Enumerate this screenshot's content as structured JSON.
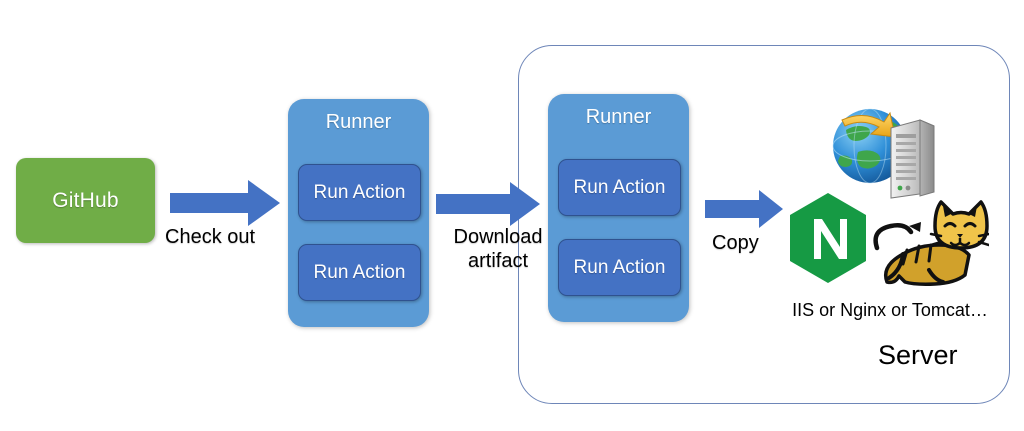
{
  "diagram": {
    "title": "GitHub Actions CI/CD deployment flow",
    "colors": {
      "github_green": "#70AD47",
      "runner_blue": "#5B9BD5",
      "action_blue": "#4472C4",
      "arrow_blue": "#4472C4",
      "server_border": "#6E86B8",
      "nginx_green": "#169A44",
      "tomcat_gold": "#D1A12B"
    },
    "source": {
      "name": "github-box",
      "label": "GitHub"
    },
    "runners": [
      {
        "name": "runner-build",
        "title": "Runner",
        "actions": [
          "Run Action",
          "Run Action"
        ]
      },
      {
        "name": "runner-deploy",
        "title": "Runner",
        "actions": [
          "Run Action",
          "Run Action"
        ]
      }
    ],
    "arrows": [
      {
        "name": "arrow-check-out",
        "label": "Check out"
      },
      {
        "name": "arrow-download-artifact",
        "label": "Download\nartifact",
        "label_line1": "Download",
        "label_line2": "artifact"
      },
      {
        "name": "arrow-copy",
        "label": "Copy"
      }
    ],
    "server": {
      "label": "Server",
      "stack_caption": "IIS or Nginx or Tomcat…",
      "icons": [
        {
          "name": "iis-server-globe-icon",
          "alt": "IIS"
        },
        {
          "name": "nginx-icon",
          "alt": "Nginx",
          "glyph": "N"
        },
        {
          "name": "tomcat-icon",
          "alt": "Tomcat"
        }
      ]
    }
  }
}
